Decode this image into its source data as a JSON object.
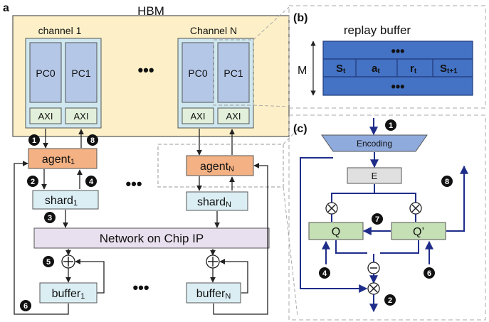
{
  "labels": {
    "a": "a",
    "b": "(b)",
    "c": "(c)",
    "hbm": "HBM",
    "channel1": "channel 1",
    "channelN": "Channel N",
    "pc0": "PC0",
    "pc1": "PC1",
    "axi": "AXI",
    "ellipsis": "•••",
    "agent": "agent",
    "agent1_sub": "1",
    "agentN_sub": "N",
    "shard": "shard",
    "shard1_sub": "1",
    "shardN_sub": "N",
    "noc": "Network on Chip IP",
    "buffer": "buffer",
    "buffer1_sub": "1",
    "bufferN_sub": "N",
    "replay_buffer": "replay buffer",
    "m": "M",
    "s": "S",
    "s_t": "t",
    "a_t": "t",
    "r": "r",
    "r_t": "t",
    "s2_t": "t+1",
    "encoding": "Encoding",
    "e": "E",
    "q": "Q",
    "qprime": "Q’"
  },
  "badges": [
    "1",
    "2",
    "3",
    "4",
    "5",
    "6",
    "7",
    "8"
  ],
  "colors": {
    "hbm": "#fdf0c8",
    "channel": "#cfe8f0",
    "pc": "#b4c7e7",
    "axi": "#e2efda",
    "agent": "#f4b183",
    "shard": "#dbeef4",
    "noc": "#e8e0ee",
    "replay": "#4472c4",
    "q": "#c5e0b4",
    "encoding": "#8faadc",
    "e": "#e0e0e0",
    "arrow_blue": "#1f2d8a"
  }
}
